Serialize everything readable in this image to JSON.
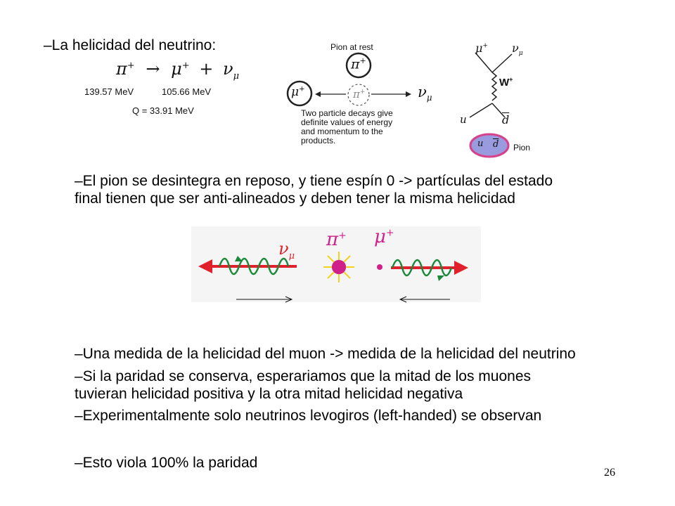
{
  "slide": {
    "title": "–La helicidad del neutrino:",
    "page_number": "26",
    "colors": {
      "arrow_red": "#e0202a",
      "spring_green": "#1a8a3a",
      "pion_magenta": "#d0208a",
      "pion_yellow": "#f2d21a",
      "quark_blob": "#9a9adf",
      "quark_blob_edge": "#d8408a"
    }
  },
  "decay": {
    "equation": {
      "pi": "π",
      "pi_sup": "+",
      "arrow": "→",
      "mu": "μ",
      "mu_sup": "+",
      "plus": "+",
      "nu": "ν",
      "nu_sub": "μ"
    },
    "mass_pion": "139.57 MeV",
    "mass_muon": "105.66 MeV",
    "q_value": "Q = 33.91 MeV"
  },
  "pion_diagram": {
    "label_rest": "Pion at rest",
    "pi_circle": "π",
    "pi_sup": "+",
    "mu_circle": "μ",
    "mu_sup": "+",
    "nu": "ν",
    "nu_sub": "μ",
    "caption_lines": [
      "Two particle decays give",
      "definite values of energy",
      "and momentum to the",
      "products."
    ]
  },
  "feynman": {
    "mu": "μ",
    "mu_sup": "+",
    "nu": "ν",
    "nu_sub": "μ",
    "w": "W",
    "w_sup": "+",
    "u": "u",
    "dbar": "d",
    "blob_u": "u",
    "blob_d": "d",
    "pion_label": "Pion"
  },
  "helicity_figure": {
    "nu_label": "ν",
    "nu_sub": "μ",
    "pi_label": "π",
    "pi_sup": "+",
    "mu_label": "μ",
    "mu_sup": "+"
  },
  "bullets": {
    "b1_line1": "–El pion se desintegra en reposo, y tiene espín 0 -> partículas del estado",
    "b1_line2": "final tienen que ser anti-alineados  y deben tener la misma helicidad",
    "b2": "–Una medida de la helicidad del muon -> medida de la helicidad del neutrino",
    "b3_line1": "–Si la paridad se conserva, esperariamos que la mitad de los muones",
    "b3_line2": "tuvieran helicidad positiva y la otra mitad helicidad negativa",
    "b4": "–Experimentalmente solo neutrinos levogiros (left-handed) se observan",
    "b5": "–Esto viola 100% la paridad"
  }
}
